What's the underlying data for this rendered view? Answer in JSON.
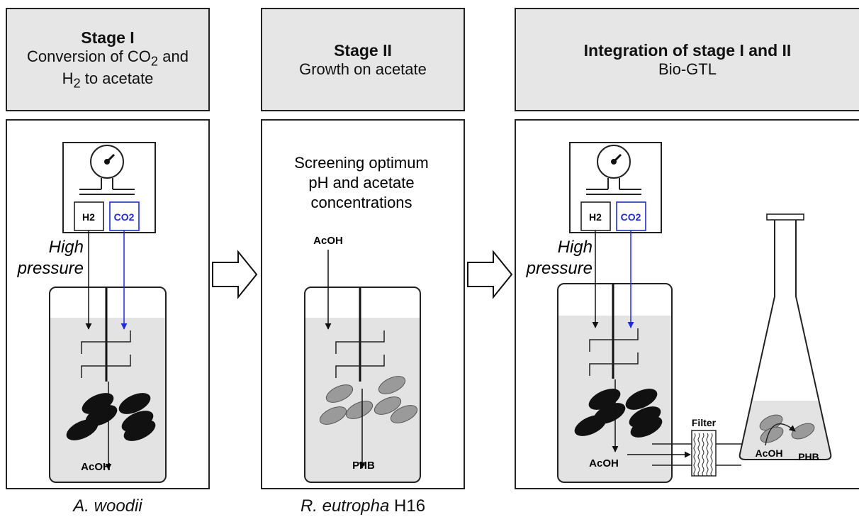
{
  "stage1": {
    "title": "Stage I",
    "subtitle_l1_pre": "Conversion of CO",
    "subtitle_l1_sub": "2",
    "subtitle_l1_post": " and",
    "subtitle_l2_pre": "H",
    "subtitle_l2_sub": "2",
    "subtitle_l2_post": " to acetate",
    "gas_h2": "H2",
    "gas_co2": "CO2",
    "pressure_l1": "High",
    "pressure_l2": "pressure",
    "product": "AcOH",
    "organism": "A. woodii"
  },
  "stage2": {
    "title": "Stage II",
    "subtitle": "Growth on acetate",
    "screen_l1": "Screening optimum",
    "screen_l2": "pH and acetate",
    "screen_l3": "concentrations",
    "feed": "AcOH",
    "product": "PHB",
    "organism_italic": "R. eutropha",
    "organism_strain": " H16"
  },
  "stage3": {
    "title": "Integration of stage I and II",
    "subtitle": "Bio-GTL",
    "gas_h2": "H2",
    "gas_co2": "CO2",
    "pressure_l1": "High",
    "pressure_l2": "pressure",
    "reactor_product": "AcOH",
    "filter_label": "Filter",
    "flask_feed": "AcOH",
    "flask_product": "PHB"
  },
  "colors": {
    "outline": "#222222",
    "header_fill": "#e6e6e6",
    "liquid": "#e3e3e3",
    "co2_blue": "#1f2bd8",
    "acetogen_cell": "#111111",
    "ralstonia_cell": "#9a9a9a"
  }
}
